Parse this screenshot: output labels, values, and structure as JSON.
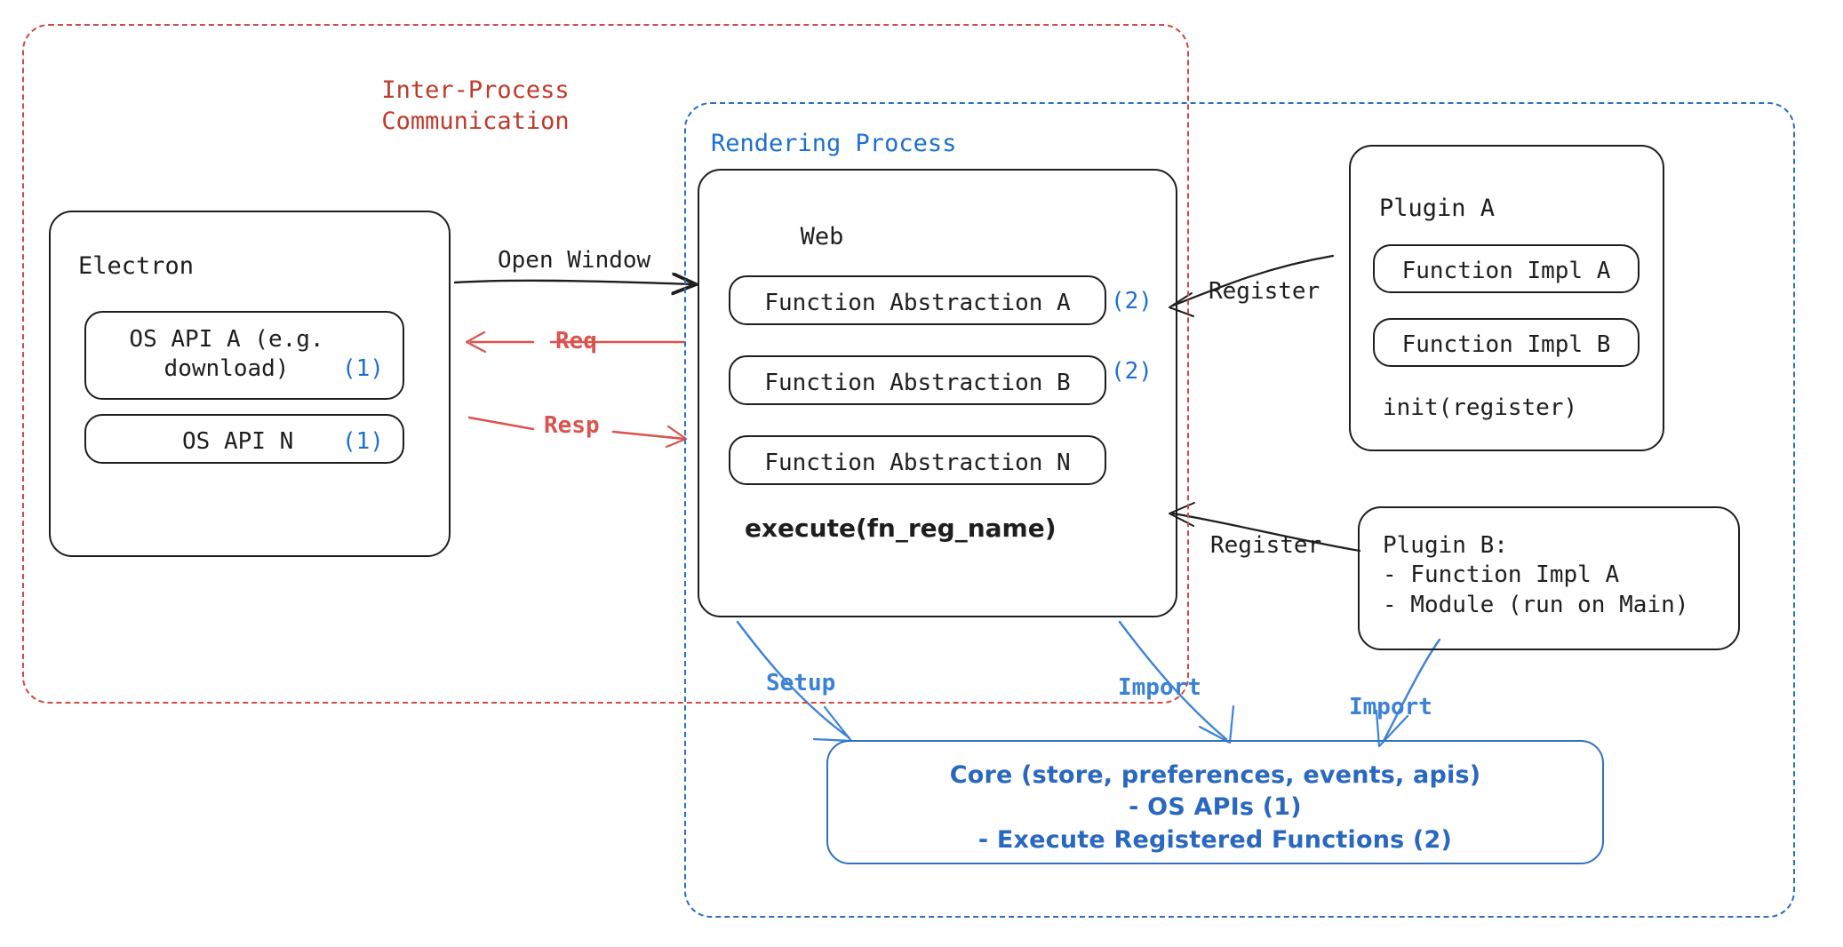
{
  "diagram": {
    "title_hidden": "",
    "regions": {
      "ipc": {
        "label": "Inter-Process\nCommunication",
        "color": "#c0392b",
        "style": "dashed"
      },
      "render": {
        "label": "Rendering Process",
        "color": "#1c6fd0",
        "style": "dashed"
      }
    },
    "electron": {
      "title": "Electron",
      "items": [
        {
          "label": "OS API A (e.g.\ndownload)",
          "badge": "(1)"
        },
        {
          "label": "OS API N",
          "badge": "(1)"
        }
      ]
    },
    "web": {
      "title": "Web",
      "abstractions": [
        {
          "label": "Function Abstraction A",
          "badge": "(2)"
        },
        {
          "label": "Function Abstraction B",
          "badge": "(2)"
        },
        {
          "label": "Function Abstraction N",
          "badge": ""
        }
      ],
      "footer": "execute(fn_reg_name)"
    },
    "plugin_a": {
      "title": "Plugin A",
      "items": [
        "Function Impl A",
        "Function Impl B"
      ],
      "footer": "init(register)"
    },
    "plugin_b": {
      "lines": [
        "Plugin B:",
        "- Function Impl A",
        "- Module (run on Main)"
      ]
    },
    "core": {
      "lines": [
        "Core (store, preferences, events, apis)",
        "- OS APIs (1)",
        "- Execute Registered Functions (2)"
      ],
      "color": "#2a68c0"
    },
    "arrows": {
      "open_window": {
        "label": "Open Window",
        "color": "#1e1e1e"
      },
      "req": {
        "label": "Req",
        "color": "#d9534f"
      },
      "resp": {
        "label": "Resp",
        "color": "#d9534f"
      },
      "register_a": {
        "label": "Register",
        "color": "#1e1e1e"
      },
      "register_b": {
        "label": "Register",
        "color": "#1e1e1e"
      },
      "setup": {
        "label": "Setup",
        "color": "#3b82d6"
      },
      "import_web": {
        "label": "Import",
        "color": "#3b82d6"
      },
      "import_plugin": {
        "label": "Import",
        "color": "#3b82d6"
      }
    },
    "colors": {
      "ink": "#1e1e1e",
      "red": "#c0392b",
      "red_arrow": "#d9534f",
      "blue": "#1c6fd0",
      "blue_arrow": "#3b82d6",
      "core_blue": "#2a68c0"
    }
  }
}
